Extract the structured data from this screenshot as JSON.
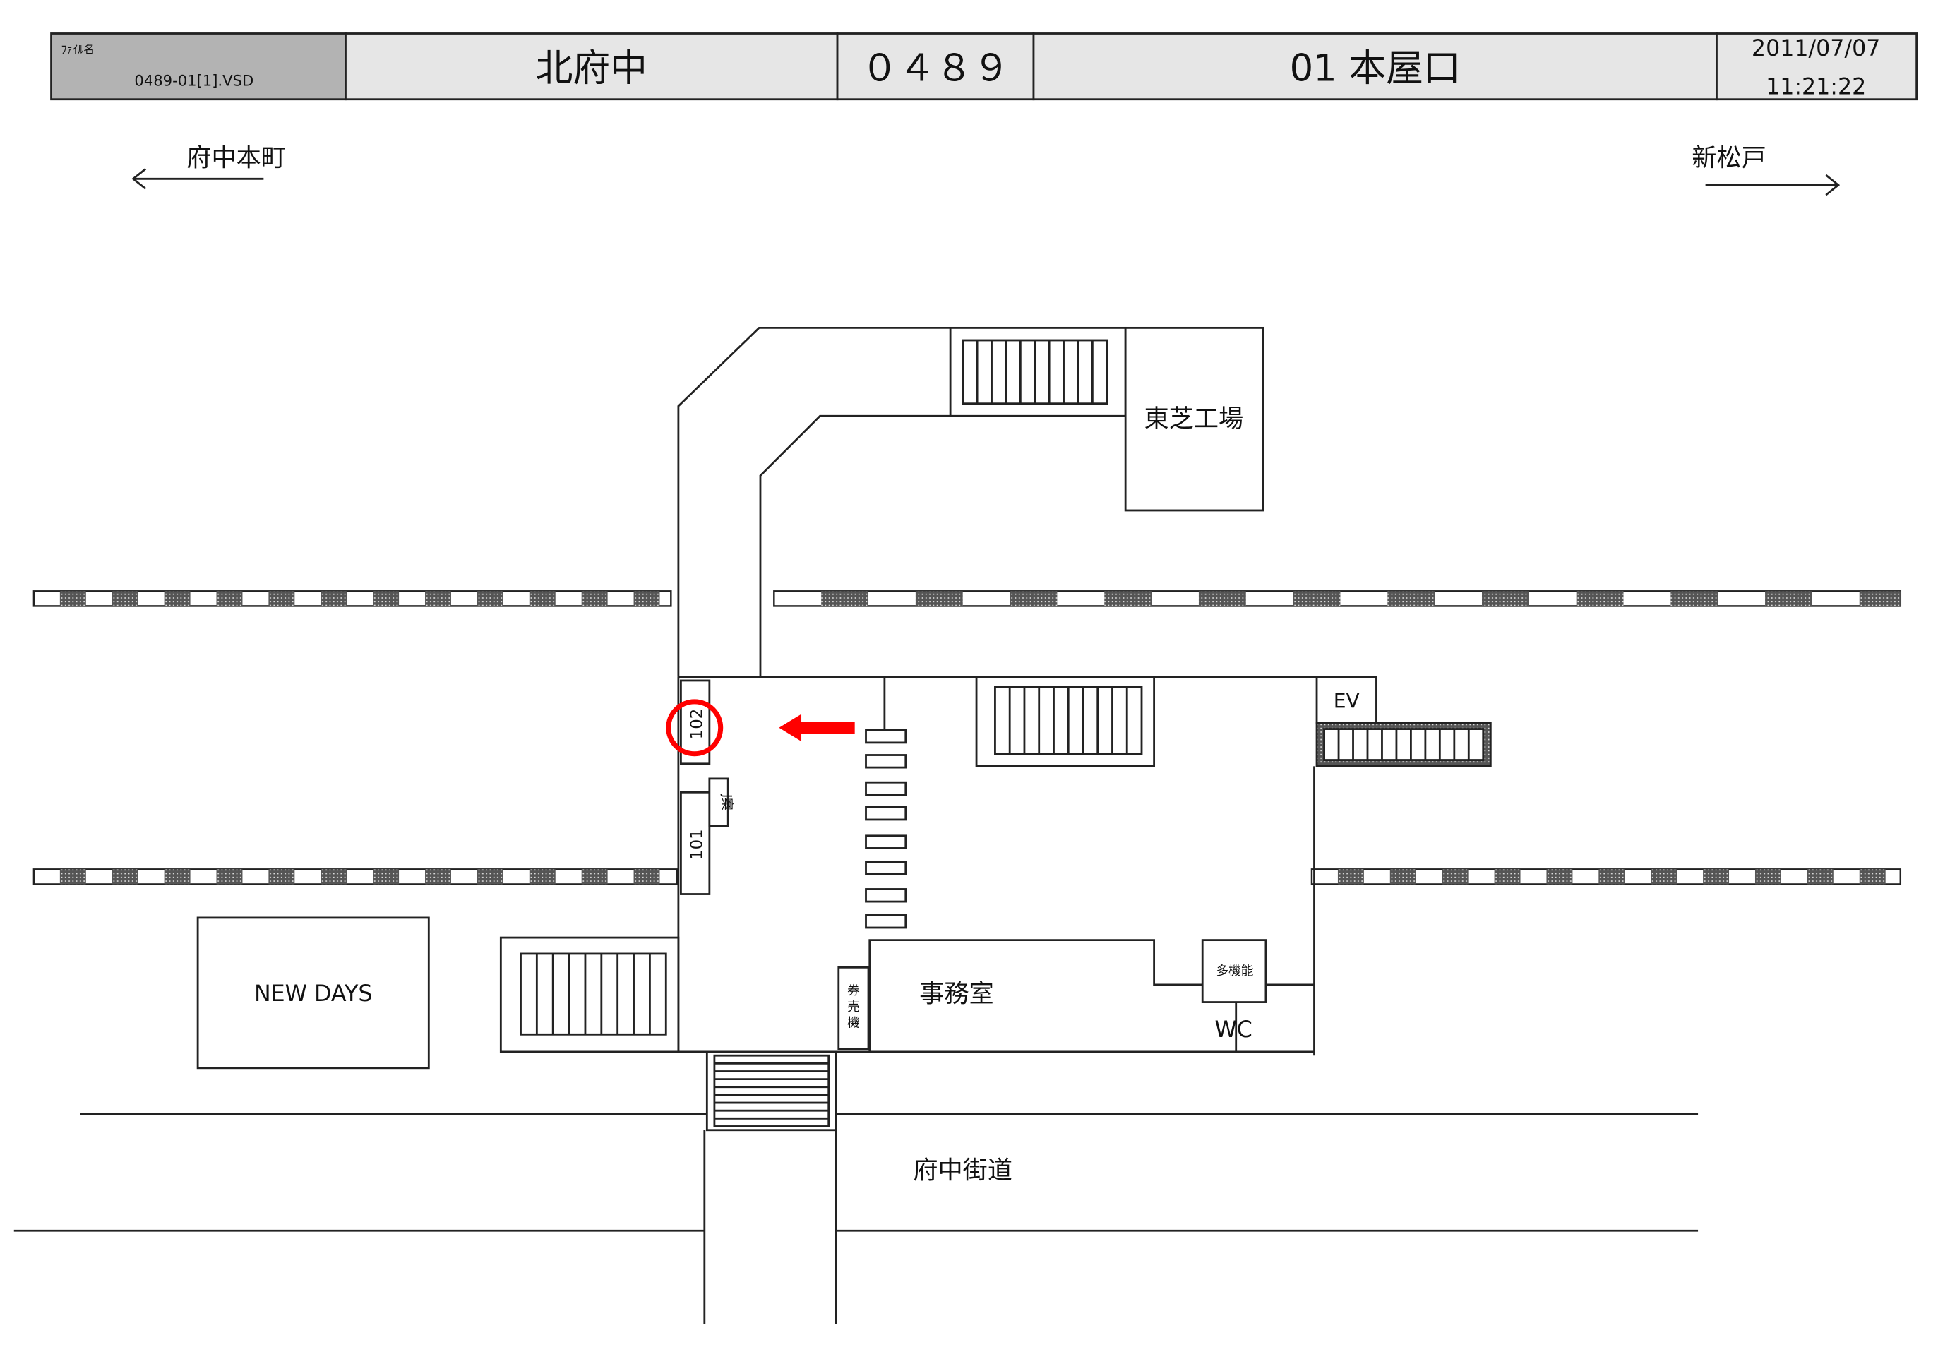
{
  "header": {
    "file_label": "ﾌｧｲﾙ名",
    "file_name": "0489-01[1].VSD",
    "station": "北府中",
    "code": "０４８９",
    "exit": "01  本屋口",
    "date": "2011/07/07",
    "time": "11:21:22"
  },
  "directions": {
    "left": "府中本町",
    "right": "新松戸"
  },
  "labels": {
    "toshiba": "東芝工場",
    "ev": "EV",
    "gate_102": "102",
    "gate_101": "101",
    "info": "J案",
    "ticket_machine": [
      "券",
      "売",
      "機"
    ],
    "office": "事務室",
    "multi_toilet": "多機能",
    "wc": "WC",
    "new_days": "NEW  DAYS",
    "road": "府中街道"
  },
  "colors": {
    "highlight": "#ff0000",
    "header_gray": "#b3b3b3",
    "header_light": "#e6e6e6"
  }
}
